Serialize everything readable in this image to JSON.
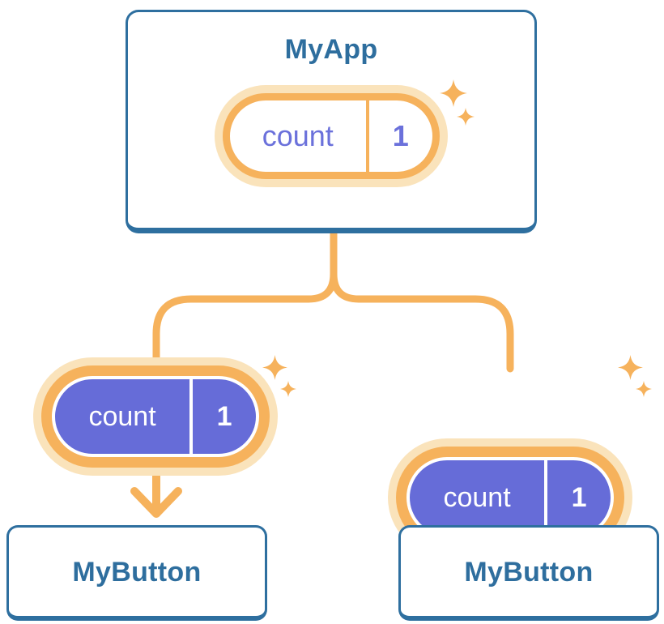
{
  "diagram": {
    "root": {
      "title": "MyApp",
      "state": {
        "label": "count",
        "value": "1"
      }
    },
    "children": [
      {
        "title": "MyButton",
        "state": {
          "label": "count",
          "value": "1"
        }
      },
      {
        "title": "MyButton",
        "state": {
          "label": "count",
          "value": "1"
        }
      }
    ]
  },
  "colors": {
    "card_border_blue": "#2E6F9F",
    "card_text_blue": "#2E6E9E",
    "connector_orange": "#F6B25C",
    "ring_peach": "#FAE3BB",
    "state_purple": "#666CD8",
    "state_text_purple": "#6B71DB",
    "background": "#FFFFFF"
  }
}
